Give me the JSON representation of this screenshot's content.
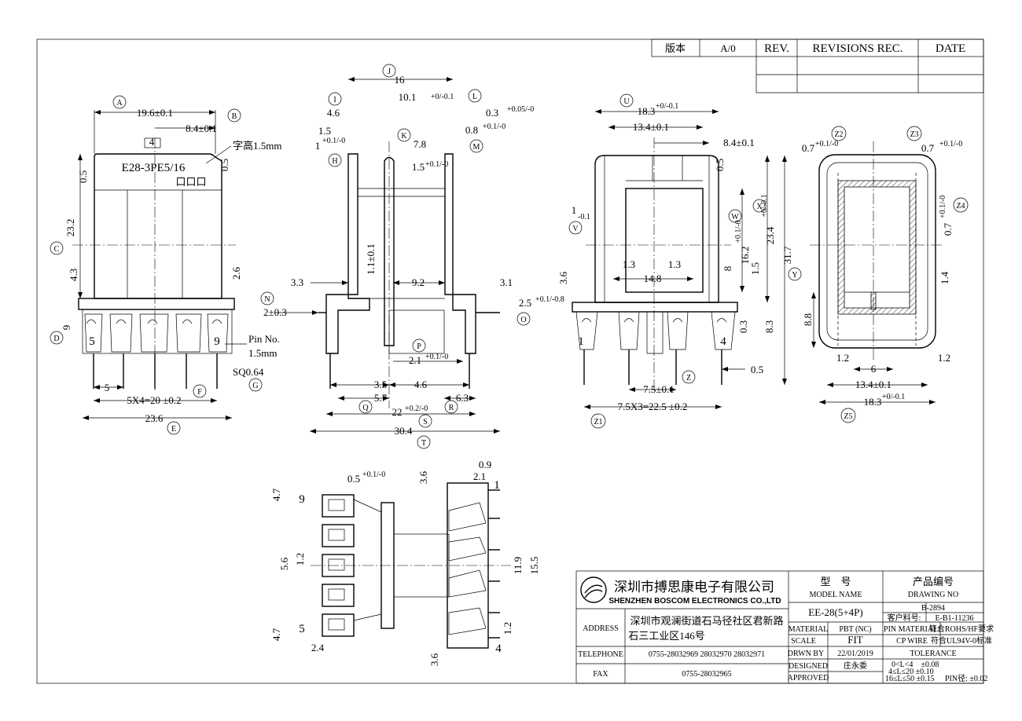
{
  "revision_table": {
    "version_label": "版本",
    "version_value": "A/0",
    "rev_header": "REV.",
    "revisions_header": "REVISIONS REC.",
    "date_header": "DATE"
  },
  "callouts": [
    "A",
    "B",
    "C",
    "D",
    "E",
    "F",
    "G",
    "H",
    "I",
    "J",
    "K",
    "L",
    "M",
    "N",
    "O",
    "P",
    "Q",
    "R",
    "S",
    "T",
    "U",
    "V",
    "W",
    "X",
    "Y",
    "Z",
    "Z1",
    "Z2",
    "Z3",
    "Z4",
    "Z5"
  ],
  "view_front": {
    "dim_a": "19.6±0.1",
    "dim_b": "8.4±0.1",
    "dim_4": "4",
    "marking_height": "字高1.5mm",
    "marking_text": "E28-3PE5/16",
    "marking_boxes": "口口口",
    "dim_05_left": "0.5",
    "dim_05_right": "0.5",
    "dim_c": "23.2",
    "dim_43": "4.3",
    "dim_26": "2.6",
    "dim_d": "9",
    "pin_5": "5",
    "pin_9": "9",
    "pin_no": "Pin No.",
    "pin_no_size": "1.5mm",
    "dim_sq": "SQ0.64",
    "dim_5": "5",
    "dim_f": "5X4=20 ±0.2",
    "dim_e": "23.6"
  },
  "view_side": {
    "dim_j": "16",
    "dim_i": "4.6",
    "dim_l_base": "10.1",
    "dim_l_tol": "+0/-0.1",
    "dim_03": "0.3",
    "dim_03_tol": "+0.05/-0",
    "dim_15": "1.5",
    "dim_k": "7.8",
    "dim_08": "0.8",
    "dim_08_tol": "+0.1/-0",
    "dim_h_base": "1",
    "dim_h_tol": "+0.1/-0",
    "dim_15b": "1.5",
    "dim_15b_tol": "+0.1/-0",
    "dim_11": "1.1±0.1",
    "dim_33": "3.3",
    "dim_92": "9.2",
    "dim_31": "3.1",
    "dim_n": "2±0.3",
    "dim_o": "2.5",
    "dim_o_tol": "+0.1/-0.8",
    "dim_21": "2.1",
    "dim_21_tol": "+0.1/-0",
    "dim_35": "3.5",
    "dim_46": "4.6",
    "dim_57": "5.7",
    "dim_63": "6.3",
    "dim_s_base": "22",
    "dim_s_tol": "+0.2/-0",
    "dim_t": "30.4"
  },
  "view_right": {
    "dim_u_base": "18.3",
    "dim_u_tol": "+0/-0.1",
    "dim_134": "13.4±0.1",
    "dim_84": "8.4±0.1",
    "dim_05": "0.5",
    "dim_v_base": "1",
    "dim_v_tol": "-0.1",
    "dim_w": "16.2",
    "dim_w_tol": "+0.1/-0",
    "dim_x": "23.4",
    "dim_x_tol": "+0/-0.1",
    "dim_y": "31.7",
    "dim_13a": "1.3",
    "dim_13b": "1.3",
    "dim_148": "14.8",
    "dim_8": "8",
    "dim_15": "1.5",
    "dim_36": "3.6",
    "pin_1": "1",
    "pin_4": "4",
    "dim_03": "0.3",
    "dim_83": "8.3",
    "dim_05b": "0.5",
    "dim_75": "7.5±0.1",
    "dim_z1": "7.5X3=22.5 ±0.2"
  },
  "view_bottom_right": {
    "dim_z2": "0.7",
    "dim_z2_tol": "+0.1/-0",
    "dim_z3": "0.7",
    "dim_z3_tol": "+0.1/-0",
    "dim_z4": "0.7",
    "dim_z4_tol": "+0.1/-0",
    "dim_14": "1.4",
    "dim_88": "8.8",
    "dim_12a": "1.2",
    "dim_6": "6",
    "dim_12b": "1.2",
    "dim_134": "13.4±0.1",
    "dim_z5": "18.3",
    "dim_z5_tol": "+0/-0.1"
  },
  "view_bottom": {
    "dim_05": "0.5",
    "dim_05_tol": "+0.1/-0",
    "dim_36a": "3.6",
    "dim_09": "0.9",
    "dim_21": "2.1",
    "dim_47a": "4.7",
    "pin_9": "9",
    "dim_56": "5.6",
    "dim_12": "1.2",
    "dim_119": "11.9",
    "dim_155": "15.5",
    "dim_47b": "4.7",
    "pin_5": "5",
    "dim_24": "2.4",
    "dim_36b": "3.6",
    "dim_12b": "1.2",
    "pin_1": "1",
    "pin_4": "4"
  },
  "title_block": {
    "company_cn": "深圳市搏思康电子有限公司",
    "company_en": "SHENZHEN BOSCOM ELECTRONICS CO.,LTD",
    "model_label_cn": "型　号",
    "model_label_en": "MODEL NAME",
    "drawing_label_cn": "产品编号",
    "drawing_label_en": "DRAWING NO",
    "model_value": "EE-28(5+4P)",
    "drawing_value": "B-2894",
    "customer_label": "客户料号:",
    "customer_value": "E-B1-11236",
    "address_label": "ADDRESS",
    "address_line1": "深圳市观澜街道石马径社区君新路",
    "address_line2": "石三工业区146号",
    "material_label": "MATERIAL",
    "material_value": "PBT (NC)",
    "pin_material_label": "PIN MATERIAL:",
    "pin_material_value": "符合ROHS/HF要求",
    "scale_label": "SCALE",
    "scale_value": "FIT",
    "cp_wire": "CP WIRE",
    "ul_value": "符合UL94V-0标准",
    "telephone_label": "TELEPHONE",
    "telephone_value": "0755-28032969 28032970 28032971",
    "drawn_label": "DRWN BY",
    "drawn_value": "22/01/2019",
    "tolerance_label": "TOLERANCE",
    "designed_label": "DESIGNED",
    "designed_value": "庄永委",
    "fax_label": "FAX",
    "fax_value": "0755-28032965",
    "approved_label": "APPROVED",
    "tol_1": "0<L<4　±0.08",
    "tol_2": "4≤L≤20 ±0.10",
    "tol_3": "16≤L≤50 ±0.15",
    "tol_pin": "PIN径: ±0.02"
  }
}
